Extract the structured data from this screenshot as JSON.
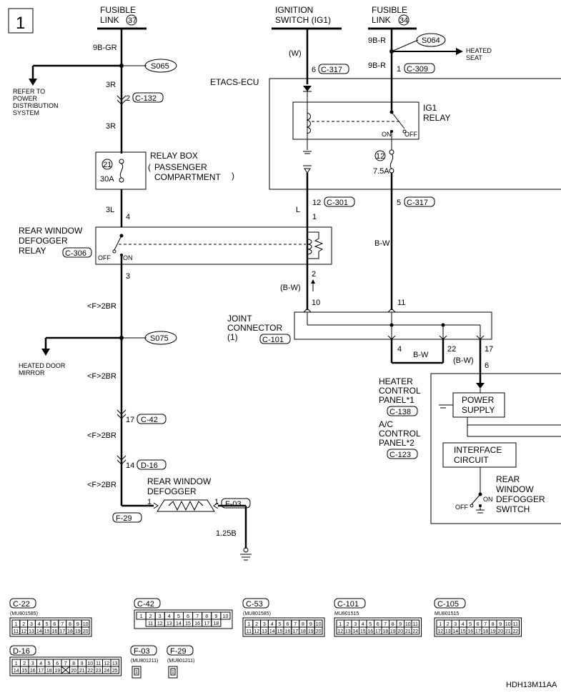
{
  "page_number": "1",
  "fusible_link_37": {
    "line1": "FUSIBLE",
    "line2": "LINK",
    "num": "37"
  },
  "ignition_switch": {
    "line1": "IGNITION",
    "line2": "SWITCH (IG1)"
  },
  "fusible_link_34": {
    "line1": "FUSIBLE",
    "line2": "LINK",
    "num": "34"
  },
  "wire_9b_gr": "9B-GR",
  "splice_s065": "S065",
  "refer_to": [
    "REFER TO",
    "POWER",
    "DISTRIBUTION",
    "SYSTEM"
  ],
  "wire_3r_a": "3R",
  "pin_2": "2",
  "conn_c132": "C-132",
  "wire_3r_b": "3R",
  "relay_box": {
    "line1": "RELAY BOX",
    "line2": "PASSENGER",
    "line3": "COMPARTMENT",
    "fuse_num": "21",
    "fuse_amp": "30A"
  },
  "wire_3l": "3L",
  "pin_4": "4",
  "defogger_relay": {
    "line1": "REAR WINDOW",
    "line2": "DEFOGGER",
    "line3": "RELAY",
    "conn": "C-306",
    "off": "OFF",
    "on": "ON"
  },
  "pin_3": "3",
  "wire_f2br_1": "<F>2BR",
  "splice_s075": "S075",
  "heated_door_mirror": [
    "HEATED DOOR",
    "MIRROR"
  ],
  "wire_f2br_2": "<F>2BR",
  "pin_17_c42": "17",
  "conn_c42": "C-42",
  "wire_f2br_3": "<F>2BR",
  "pin_14_d16": "14",
  "conn_d16": "D-16",
  "wire_f2br_4": "<F>2BR",
  "defogger": {
    "line1": "REAR WINDOW",
    "line2": "DEFOGGER",
    "pin_left": "1",
    "pin_right": "1",
    "conn_left": "F-29",
    "conn_right": "F-03"
  },
  "wire_125b": "1.25B",
  "wire_w": "(W)",
  "pin_6_c317": "6",
  "conn_c317_a": "C-317",
  "etacs": "ETACS-ECU",
  "ig1_relay": {
    "line1": "IG1",
    "line2": "RELAY",
    "on": "ON",
    "off": "OFF"
  },
  "fuse_12": {
    "num": "12",
    "amp": "7.5A"
  },
  "wire_9b_r_a": "9B-R",
  "splice_s064": "S064",
  "heated_seat": [
    "HEATED",
    "SEAT"
  ],
  "wire_9b_r_b": "9B-R",
  "pin_1_c309": "1",
  "conn_c309": "C-309",
  "pin_12_c301": "12",
  "conn_c301": "C-301",
  "wire_l": "L",
  "pin_1": "1",
  "pin_5_c317": "5",
  "conn_c317_b": "C-317",
  "wire_bw_a": "B-W",
  "pin_2b": "2",
  "wire_bw_paren": "(B-W)",
  "pin_10": "10",
  "pin_11": "11",
  "joint_connector": {
    "line1": "JOINT",
    "line2": "CONNECTOR",
    "line3": "(1)",
    "conn": "C-101"
  },
  "pin_4b": "4",
  "wire_bw_b": "B-W",
  "pin_22": "22",
  "pin_17": "17",
  "wire_bw_paren_b": "(B-W)",
  "pin_6": "6",
  "heater_panel": {
    "line1": "HEATER",
    "line2": "CONTROL",
    "line3": "PANEL*1",
    "conn": "C-138"
  },
  "ac_panel": {
    "line1": "A/C",
    "line2": "CONTROL",
    "line3": "PANEL*2",
    "conn": "C-123"
  },
  "power_supply": {
    "line1": "POWER",
    "line2": "SUPPLY"
  },
  "interface_circuit": {
    "line1": "INTERFACE",
    "line2": "CIRCUIT"
  },
  "defogger_switch": {
    "line1": "REAR",
    "line2": "WINDOW",
    "line3": "DEFOGGER",
    "line4": "SWITCH",
    "on": "ON",
    "off": "OFF"
  },
  "connectors": [
    {
      "name": "C-22",
      "part": "(MU801585)",
      "rows": [
        [
          "1",
          "2",
          "3",
          "4",
          "5",
          "6",
          "7",
          "8",
          "9",
          "10"
        ],
        [
          "11",
          "12",
          "13",
          "14",
          "15",
          "16",
          "17",
          "18",
          "19",
          "20"
        ]
      ]
    },
    {
      "name": "C-42",
      "part": "",
      "rows": [
        [
          "1",
          "2",
          "3",
          "4",
          "5",
          "6",
          "7",
          "8",
          "9",
          "10"
        ],
        [
          "11",
          "12",
          "13",
          "14",
          "15",
          "16",
          "17",
          "18"
        ]
      ]
    },
    {
      "name": "C-53",
      "part": "(MU801585)",
      "rows": [
        [
          "1",
          "2",
          "3",
          "4",
          "5",
          "6",
          "7",
          "8",
          "9",
          "10"
        ],
        [
          "11",
          "12",
          "13",
          "14",
          "15",
          "16",
          "17",
          "18",
          "19",
          "20"
        ]
      ]
    },
    {
      "name": "C-101",
      "part": "MU801515",
      "rows": [
        [
          "1",
          "2",
          "3",
          "4",
          "5",
          "6",
          "7",
          "8",
          "9",
          "10",
          "11"
        ],
        [
          "12",
          "13",
          "14",
          "15",
          "16",
          "17",
          "18",
          "19",
          "20",
          "21",
          "22"
        ]
      ]
    },
    {
      "name": "C-105",
      "part": "MU801515",
      "rows": [
        [
          "1",
          "2",
          "3",
          "4",
          "5",
          "6",
          "7",
          "8",
          "9",
          "10",
          "11"
        ],
        [
          "12",
          "13",
          "14",
          "15",
          "16",
          "17",
          "18",
          "19",
          "20",
          "21",
          "22"
        ]
      ]
    },
    {
      "name": "D-16",
      "part": "",
      "rows": [
        [
          "1",
          "2",
          "3",
          "4",
          "5",
          "6",
          "7",
          "8",
          "9",
          "10",
          "11",
          "12",
          "13"
        ],
        [
          "14",
          "15",
          "16",
          "17",
          "18",
          "19",
          "",
          "20",
          "21",
          "22",
          "23",
          "24",
          "25"
        ]
      ]
    },
    {
      "name": "F-03",
      "part": "(MU801211)",
      "rows": [
        [
          "1"
        ]
      ]
    },
    {
      "name": "F-29",
      "part": "(MU801211)",
      "rows": [
        [
          "1"
        ]
      ]
    }
  ],
  "figure_code": "HDH13M11AA"
}
